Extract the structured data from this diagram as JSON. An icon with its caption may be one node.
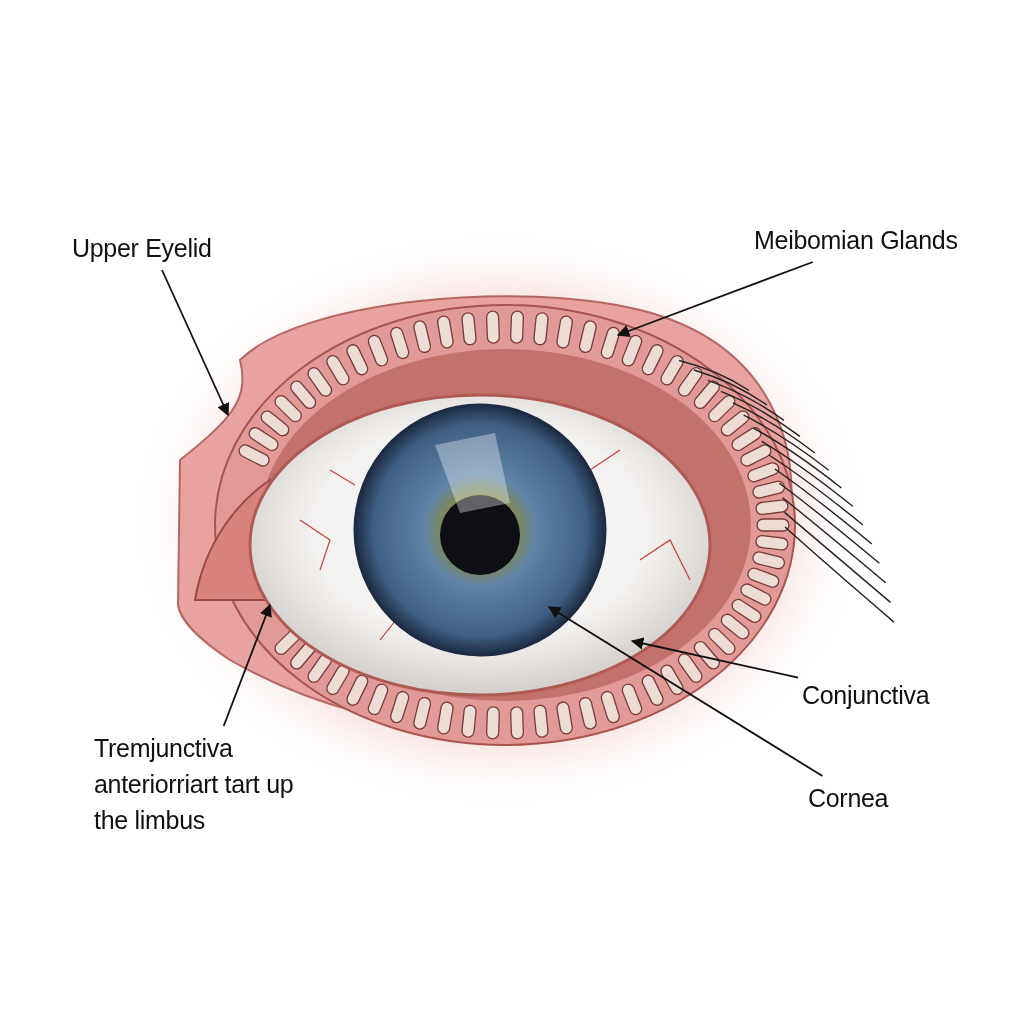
{
  "diagram": {
    "nodes": [
      {
        "text": [
          "Upper Eyelid"
        ]
      },
      {
        "text": [
          "Meibomian Glands"
        ]
      },
      {
        "text": [
          "Conjunctiva"
        ]
      },
      {
        "text": [
          "Cornea"
        ]
      },
      {
        "text": [
          "Tremjunctiva anteriorriart tart up the limbus"
        ]
      }
    ],
    "edges": [
      {
        "from": 0,
        "to": null,
        "arrow": "to"
      },
      {
        "from": 1,
        "to": null,
        "arrow": "to"
      },
      {
        "from": 2,
        "to": null,
        "arrow": "to"
      },
      {
        "from": 3,
        "to": null,
        "arrow": "to"
      },
      {
        "from": 4,
        "to": null,
        "arrow": "to"
      }
    ]
  }
}
